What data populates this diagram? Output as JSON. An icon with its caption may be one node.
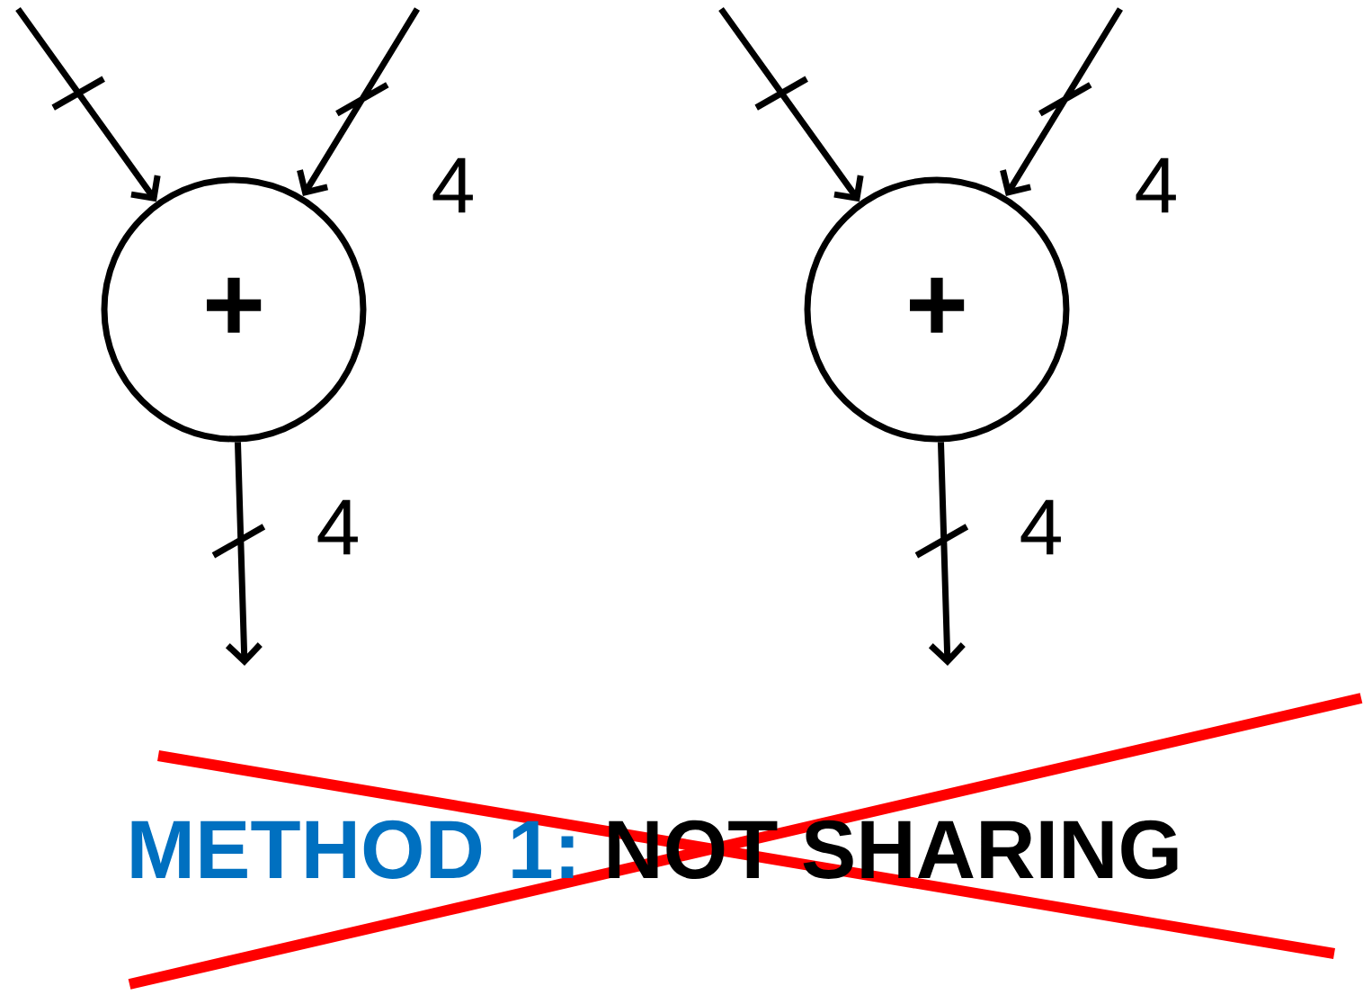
{
  "diagram": {
    "nodes": [
      {
        "text": [
          "+"
        ]
      },
      {
        "text": [
          "+"
        ]
      }
    ],
    "edges": [
      {
        "from": null,
        "to": 0,
        "arrow": "to"
      },
      {
        "from": null,
        "to": 0,
        "arrow": "to",
        "label": "4"
      },
      {
        "from": 0,
        "to": null,
        "arrow": "to",
        "label": "4"
      },
      {
        "from": null,
        "to": 1,
        "arrow": "to"
      },
      {
        "from": null,
        "to": 1,
        "arrow": "to",
        "label": "4"
      },
      {
        "from": 1,
        "to": null,
        "arrow": "to",
        "label": "4"
      }
    ],
    "labels": [
      "METHOD 1:",
      "NOT SHARING"
    ]
  }
}
